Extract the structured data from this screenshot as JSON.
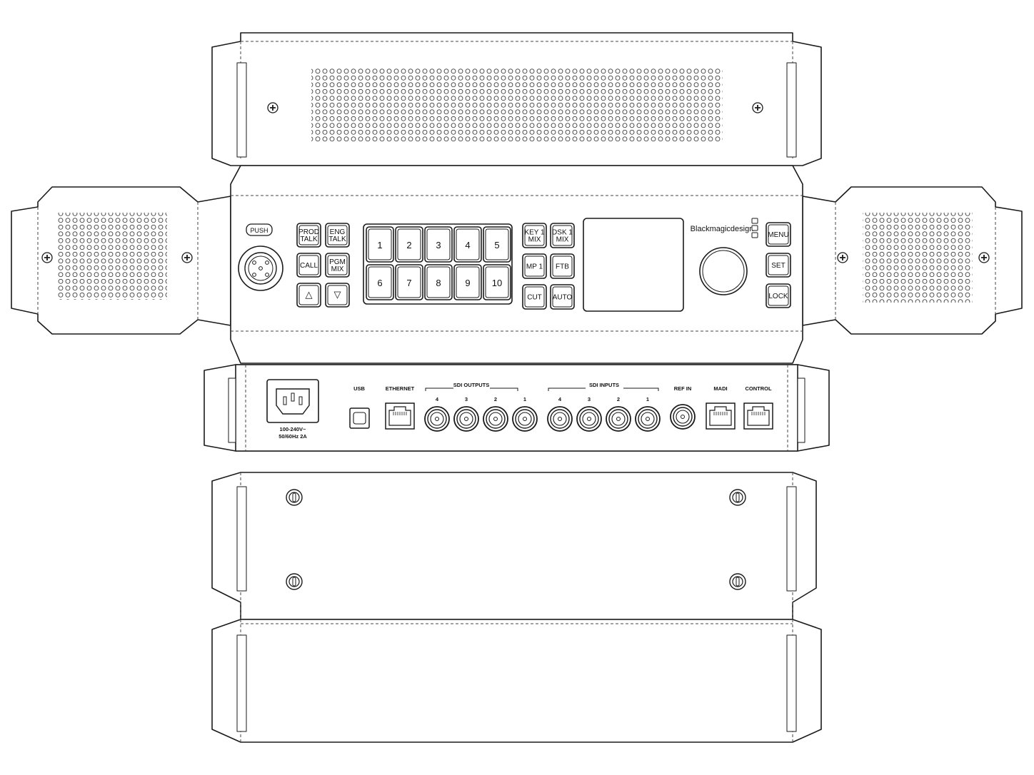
{
  "front_panel": {
    "xlr_label": "PUSH",
    "talk_buttons": [
      {
        "id": "prod-talk",
        "lines": [
          "PROD",
          "TALK"
        ]
      },
      {
        "id": "eng-talk",
        "lines": [
          "ENG",
          "TALK"
        ]
      },
      {
        "id": "call",
        "lines": [
          "CALL"
        ]
      },
      {
        "id": "pgm-mix",
        "lines": [
          "PGM",
          "MIX"
        ]
      },
      {
        "id": "arrow-up",
        "lines": [
          "△"
        ]
      },
      {
        "id": "arrow-down",
        "lines": [
          "▽"
        ]
      }
    ],
    "number_keys": [
      "1",
      "2",
      "3",
      "4",
      "5",
      "6",
      "7",
      "8",
      "9",
      "10"
    ],
    "function_buttons": [
      {
        "id": "key1-mix",
        "lines": [
          "KEY 1",
          "MIX"
        ]
      },
      {
        "id": "dsk1-mix",
        "lines": [
          "DSK 1",
          "MIX"
        ]
      },
      {
        "id": "mp1",
        "lines": [
          "MP 1"
        ]
      },
      {
        "id": "ftb",
        "lines": [
          "FTB"
        ]
      },
      {
        "id": "cut",
        "lines": [
          "CUT"
        ]
      },
      {
        "id": "auto",
        "lines": [
          "AUTO"
        ]
      }
    ],
    "brand": "Blackmagicdesign",
    "right_buttons": [
      "MENU",
      "SET",
      "LOCK"
    ]
  },
  "rear_panel": {
    "power_text": [
      "100-240V~",
      "50/60Hz 2A"
    ],
    "usb_label": "USB",
    "ethernet_label": "ETHERNET",
    "sdi_outputs_label": "SDI OUTPUTS",
    "sdi_outputs": [
      "4",
      "3",
      "2",
      "1"
    ],
    "sdi_inputs_label": "SDI INPUTS",
    "sdi_inputs": [
      "4",
      "3",
      "2",
      "1"
    ],
    "ref_in_label": "REF IN",
    "madi_label": "MADI",
    "control_label": "CONTROL"
  }
}
